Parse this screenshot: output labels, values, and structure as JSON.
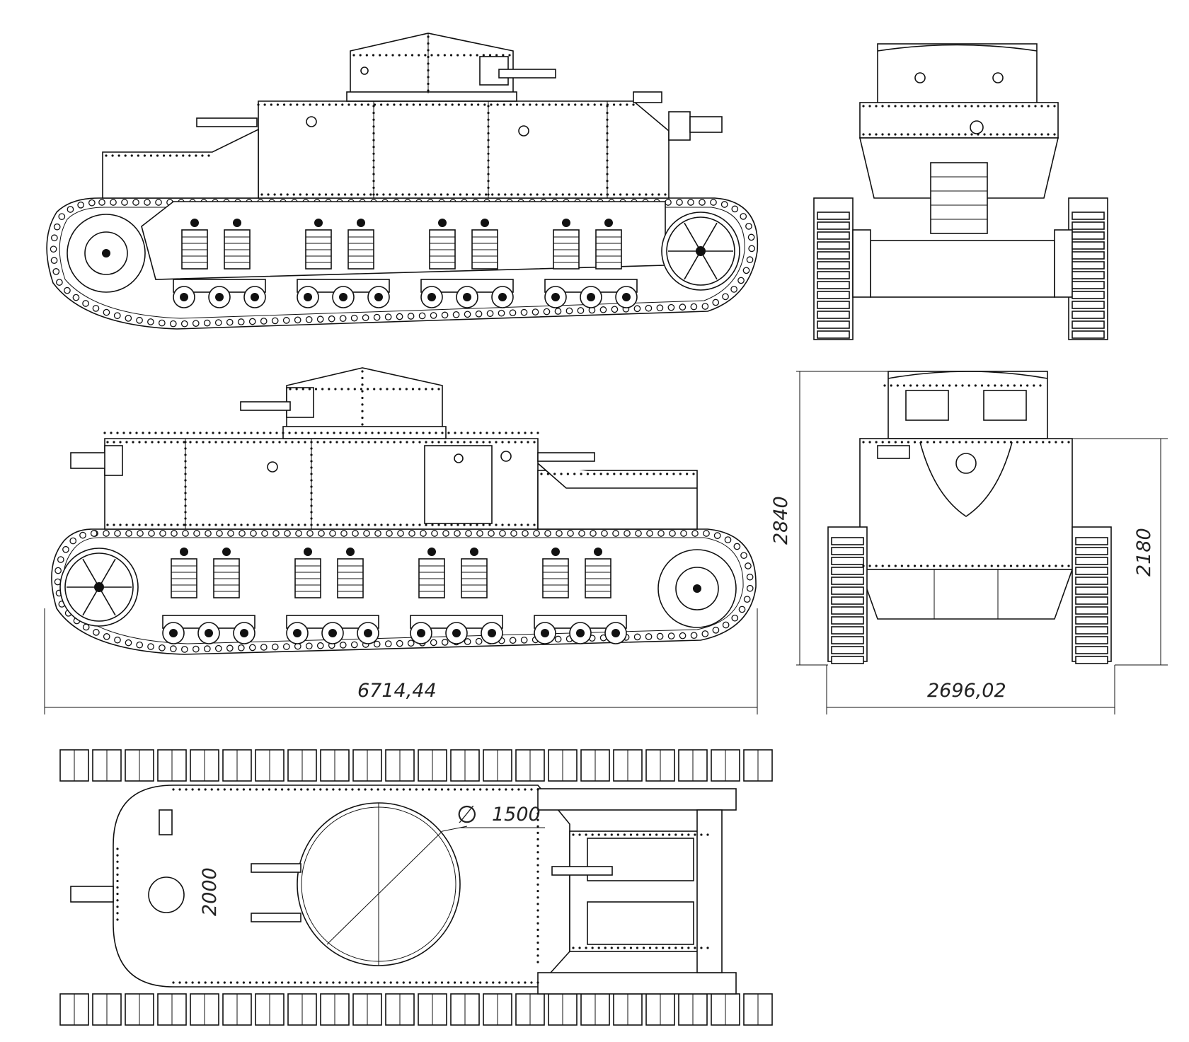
{
  "dimensions": {
    "overall_length": "6714,44",
    "overall_width": "2696,02",
    "overall_height": "2840",
    "hull_height": "2180",
    "turret_diameter_symbol": "∅",
    "turret_diameter": "1500",
    "hull_width": "2000"
  },
  "colors": {
    "line": "#111111",
    "background": "#ffffff"
  }
}
